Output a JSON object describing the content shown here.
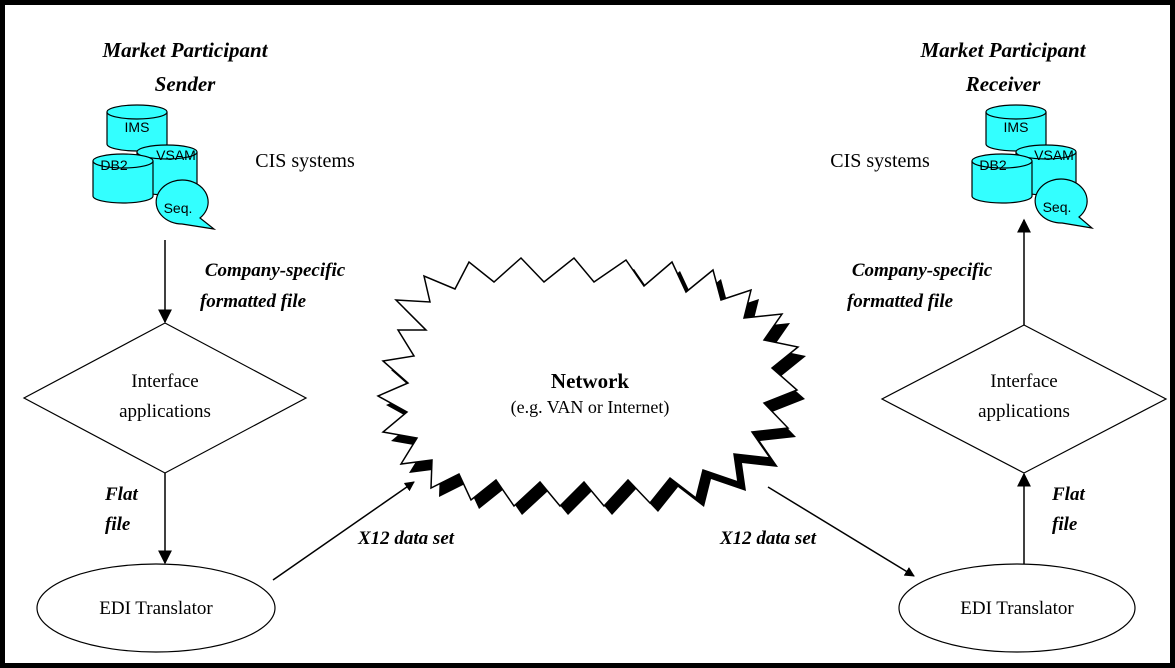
{
  "sender": {
    "title_line1": "Market Participant",
    "title_line2": "Sender",
    "cis_label": "CIS systems",
    "db_labels": {
      "ims": "IMS",
      "db2": "DB2",
      "vsam": "VSAM",
      "seq": "Seq."
    },
    "formatted_file_line1": "Company-specific",
    "formatted_file_line2": "formatted file",
    "interface_line1": "Interface",
    "interface_line2": "applications",
    "flat_line1": "Flat",
    "flat_line2": "file",
    "edi_label": "EDI Translator",
    "x12_label": "X12 data set"
  },
  "receiver": {
    "title_line1": "Market Participant",
    "title_line2": "Receiver",
    "cis_label": "CIS systems",
    "db_labels": {
      "ims": "IMS",
      "db2": "DB2",
      "vsam": "VSAM",
      "seq": "Seq."
    },
    "formatted_file_line1": "Company-specific",
    "formatted_file_line2": "formatted file",
    "interface_line1": "Interface",
    "interface_line2": "applications",
    "flat_line1": "Flat",
    "flat_line2": "file",
    "edi_label": "EDI Translator",
    "x12_label": "X12 data set"
  },
  "network": {
    "title": "Network",
    "subtitle": "(e.g. VAN or Internet)"
  },
  "colors": {
    "database_fill": "#33ffff",
    "stroke": "#000000",
    "background": "#ffffff"
  }
}
